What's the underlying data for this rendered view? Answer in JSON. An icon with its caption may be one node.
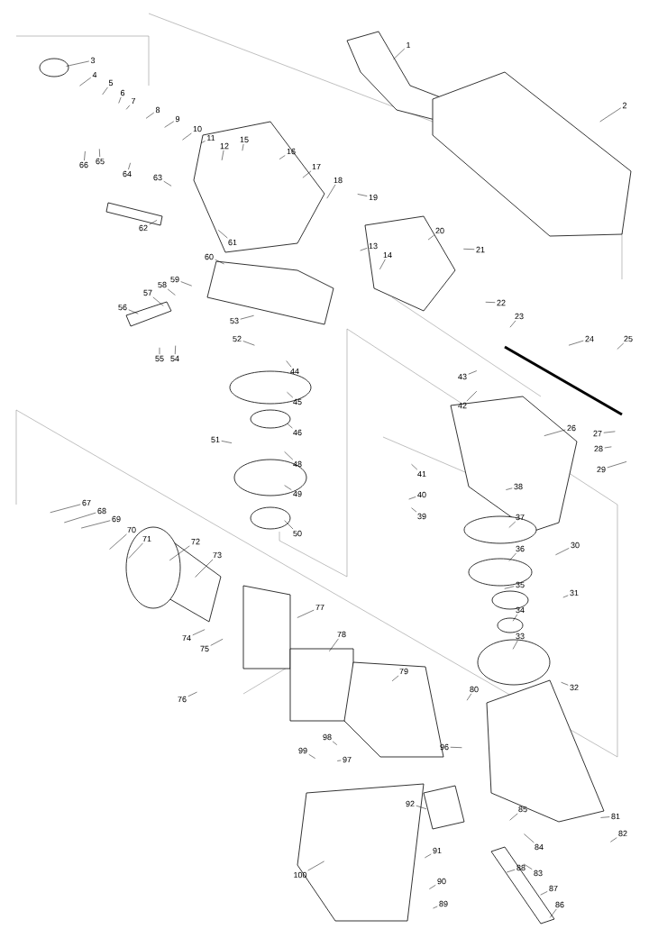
{
  "diagram": {
    "nodes": [
      {
        "text": [
          "1"
        ]
      },
      {
        "text": [
          "2"
        ]
      },
      {
        "text": [
          "3"
        ]
      },
      {
        "text": [
          "4"
        ]
      },
      {
        "text": [
          "5"
        ]
      },
      {
        "text": [
          "6"
        ]
      },
      {
        "text": [
          "7"
        ]
      },
      {
        "text": [
          "8"
        ]
      },
      {
        "text": [
          "9"
        ]
      },
      {
        "text": [
          "10"
        ]
      },
      {
        "text": [
          "11"
        ]
      },
      {
        "text": [
          "12"
        ]
      },
      {
        "text": [
          "13"
        ]
      },
      {
        "text": [
          "14"
        ]
      },
      {
        "text": [
          "15"
        ]
      },
      {
        "text": [
          "16"
        ]
      },
      {
        "text": [
          "17"
        ]
      },
      {
        "text": [
          "18"
        ]
      },
      {
        "text": [
          "19"
        ]
      },
      {
        "text": [
          "20"
        ]
      },
      {
        "text": [
          "21"
        ]
      },
      {
        "text": [
          "22"
        ]
      },
      {
        "text": [
          "23"
        ]
      },
      {
        "text": [
          "24"
        ]
      },
      {
        "text": [
          "25"
        ]
      },
      {
        "text": [
          "26"
        ]
      },
      {
        "text": [
          "27"
        ]
      },
      {
        "text": [
          "28"
        ]
      },
      {
        "text": [
          "29"
        ]
      },
      {
        "text": [
          "30"
        ]
      },
      {
        "text": [
          "31"
        ]
      },
      {
        "text": [
          "32"
        ]
      },
      {
        "text": [
          "33"
        ]
      },
      {
        "text": [
          "34"
        ]
      },
      {
        "text": [
          "35"
        ]
      },
      {
        "text": [
          "36"
        ]
      },
      {
        "text": [
          "37"
        ]
      },
      {
        "text": [
          "38"
        ]
      },
      {
        "text": [
          "39"
        ]
      },
      {
        "text": [
          "40"
        ]
      },
      {
        "text": [
          "41"
        ]
      },
      {
        "text": [
          "42"
        ]
      },
      {
        "text": [
          "43"
        ]
      },
      {
        "text": [
          "44"
        ]
      },
      {
        "text": [
          "45"
        ]
      },
      {
        "text": [
          "46"
        ]
      },
      {
        "text": [
          "48"
        ]
      },
      {
        "text": [
          "49"
        ]
      },
      {
        "text": [
          "50"
        ]
      },
      {
        "text": [
          "51"
        ]
      },
      {
        "text": [
          "52"
        ]
      },
      {
        "text": [
          "53"
        ]
      },
      {
        "text": [
          "54"
        ]
      },
      {
        "text": [
          "55"
        ]
      },
      {
        "text": [
          "56"
        ]
      },
      {
        "text": [
          "57"
        ]
      },
      {
        "text": [
          "58"
        ]
      },
      {
        "text": [
          "59"
        ]
      },
      {
        "text": [
          "60"
        ]
      },
      {
        "text": [
          "61"
        ]
      },
      {
        "text": [
          "62"
        ]
      },
      {
        "text": [
          "63"
        ]
      },
      {
        "text": [
          "64"
        ]
      },
      {
        "text": [
          "65"
        ]
      },
      {
        "text": [
          "66"
        ]
      },
      {
        "text": [
          "67"
        ]
      },
      {
        "text": [
          "68"
        ]
      },
      {
        "text": [
          "69"
        ]
      },
      {
        "text": [
          "70"
        ]
      },
      {
        "text": [
          "71"
        ]
      },
      {
        "text": [
          "72"
        ]
      },
      {
        "text": [
          "73"
        ]
      },
      {
        "text": [
          "74"
        ]
      },
      {
        "text": [
          "75"
        ]
      },
      {
        "text": [
          "76"
        ]
      },
      {
        "text": [
          "77"
        ]
      },
      {
        "text": [
          "78"
        ]
      },
      {
        "text": [
          "79"
        ]
      },
      {
        "text": [
          "80"
        ]
      },
      {
        "text": [
          "81"
        ]
      },
      {
        "text": [
          "82"
        ]
      },
      {
        "text": [
          "83"
        ]
      },
      {
        "text": [
          "84"
        ]
      },
      {
        "text": [
          "85"
        ]
      },
      {
        "text": [
          "86"
        ]
      },
      {
        "text": [
          "87"
        ]
      },
      {
        "text": [
          "88"
        ]
      },
      {
        "text": [
          "89"
        ]
      },
      {
        "text": [
          "90"
        ]
      },
      {
        "text": [
          "91"
        ]
      },
      {
        "text": [
          "92"
        ]
      },
      {
        "text": [
          "96"
        ]
      },
      {
        "text": [
          "97"
        ]
      },
      {
        "text": [
          "98"
        ]
      },
      {
        "text": [
          "99"
        ]
      },
      {
        "text": [
          "100"
        ]
      }
    ],
    "edges": [
      {
        "from": 0,
        "to": null,
        "arrow": "none"
      },
      {
        "from": 1,
        "to": null,
        "arrow": "none"
      },
      {
        "from": 2,
        "to": null,
        "arrow": "none"
      },
      {
        "from": 3,
        "to": null,
        "arrow": "none"
      },
      {
        "from": 4,
        "to": null,
        "arrow": "none"
      },
      {
        "from": 5,
        "to": null,
        "arrow": "none"
      },
      {
        "from": 6,
        "to": null,
        "arrow": "none"
      },
      {
        "from": 7,
        "to": null,
        "arrow": "none"
      },
      {
        "from": 8,
        "to": null,
        "arrow": "none"
      },
      {
        "from": 9,
        "to": null,
        "arrow": "none"
      },
      {
        "from": 10,
        "to": null,
        "arrow": "none"
      },
      {
        "from": 11,
        "to": null,
        "arrow": "none"
      },
      {
        "from": 12,
        "to": null,
        "arrow": "none"
      },
      {
        "from": 13,
        "to": null,
        "arrow": "none"
      },
      {
        "from": 14,
        "to": null,
        "arrow": "none"
      },
      {
        "from": 15,
        "to": null,
        "arrow": "none"
      },
      {
        "from": 16,
        "to": null,
        "arrow": "none"
      },
      {
        "from": 17,
        "to": null,
        "arrow": "none"
      },
      {
        "from": 18,
        "to": null,
        "arrow": "none"
      },
      {
        "from": 19,
        "to": null,
        "arrow": "none"
      },
      {
        "from": 20,
        "to": null,
        "arrow": "none"
      },
      {
        "from": 21,
        "to": null,
        "arrow": "none"
      },
      {
        "from": 22,
        "to": null,
        "arrow": "none"
      },
      {
        "from": 23,
        "to": null,
        "arrow": "none"
      },
      {
        "from": 24,
        "to": null,
        "arrow": "none"
      },
      {
        "from": 25,
        "to": null,
        "arrow": "none"
      },
      {
        "from": 26,
        "to": null,
        "arrow": "none"
      },
      {
        "from": 27,
        "to": null,
        "arrow": "none"
      },
      {
        "from": 28,
        "to": null,
        "arrow": "none"
      },
      {
        "from": 29,
        "to": null,
        "arrow": "none"
      },
      {
        "from": 30,
        "to": null,
        "arrow": "none"
      },
      {
        "from": 31,
        "to": null,
        "arrow": "none"
      },
      {
        "from": 32,
        "to": null,
        "arrow": "none"
      },
      {
        "from": 33,
        "to": null,
        "arrow": "none"
      },
      {
        "from": 34,
        "to": null,
        "arrow": "none"
      },
      {
        "from": 35,
        "to": null,
        "arrow": "none"
      },
      {
        "from": 36,
        "to": null,
        "arrow": "none"
      },
      {
        "from": 37,
        "to": null,
        "arrow": "none"
      },
      {
        "from": 38,
        "to": null,
        "arrow": "none"
      },
      {
        "from": 39,
        "to": null,
        "arrow": "none"
      },
      {
        "from": 40,
        "to": null,
        "arrow": "none"
      },
      {
        "from": 41,
        "to": null,
        "arrow": "none"
      },
      {
        "from": 42,
        "to": null,
        "arrow": "none"
      },
      {
        "from": 43,
        "to": null,
        "arrow": "none"
      },
      {
        "from": 44,
        "to": null,
        "arrow": "none"
      },
      {
        "from": 45,
        "to": null,
        "arrow": "none"
      },
      {
        "from": 46,
        "to": null,
        "arrow": "none"
      },
      {
        "from": 47,
        "to": null,
        "arrow": "none"
      },
      {
        "from": 48,
        "to": null,
        "arrow": "none"
      },
      {
        "from": 49,
        "to": null,
        "arrow": "none"
      },
      {
        "from": 50,
        "to": null,
        "arrow": "none"
      },
      {
        "from": 51,
        "to": null,
        "arrow": "none"
      },
      {
        "from": 52,
        "to": null,
        "arrow": "none"
      },
      {
        "from": 53,
        "to": null,
        "arrow": "none"
      },
      {
        "from": 54,
        "to": null,
        "arrow": "none"
      },
      {
        "from": 55,
        "to": null,
        "arrow": "none"
      },
      {
        "from": 56,
        "to": null,
        "arrow": "none"
      },
      {
        "from": 57,
        "to": null,
        "arrow": "none"
      },
      {
        "from": 58,
        "to": null,
        "arrow": "none"
      },
      {
        "from": 59,
        "to": null,
        "arrow": "none"
      },
      {
        "from": 60,
        "to": null,
        "arrow": "none"
      },
      {
        "from": 61,
        "to": null,
        "arrow": "none"
      },
      {
        "from": 62,
        "to": null,
        "arrow": "none"
      },
      {
        "from": 63,
        "to": null,
        "arrow": "none"
      },
      {
        "from": 64,
        "to": null,
        "arrow": "none"
      },
      {
        "from": 65,
        "to": null,
        "arrow": "none"
      },
      {
        "from": 66,
        "to": null,
        "arrow": "none"
      },
      {
        "from": 67,
        "to": null,
        "arrow": "none"
      },
      {
        "from": 68,
        "to": null,
        "arrow": "none"
      },
      {
        "from": 69,
        "to": null,
        "arrow": "none"
      },
      {
        "from": 70,
        "to": null,
        "arrow": "none"
      },
      {
        "from": 71,
        "to": null,
        "arrow": "none"
      },
      {
        "from": 72,
        "to": null,
        "arrow": "none"
      },
      {
        "from": 73,
        "to": null,
        "arrow": "none"
      },
      {
        "from": 74,
        "to": null,
        "arrow": "none"
      },
      {
        "from": 75,
        "to": null,
        "arrow": "none"
      },
      {
        "from": 76,
        "to": null,
        "arrow": "none"
      },
      {
        "from": 77,
        "to": null,
        "arrow": "none"
      },
      {
        "from": 78,
        "to": null,
        "arrow": "none"
      },
      {
        "from": 79,
        "to": null,
        "arrow": "none"
      },
      {
        "from": 80,
        "to": null,
        "arrow": "none"
      },
      {
        "from": 81,
        "to": null,
        "arrow": "none"
      },
      {
        "from": 82,
        "to": null,
        "arrow": "none"
      },
      {
        "from": 83,
        "to": null,
        "arrow": "none"
      },
      {
        "from": 84,
        "to": null,
        "arrow": "none"
      },
      {
        "from": 85,
        "to": null,
        "arrow": "none"
      },
      {
        "from": 86,
        "to": null,
        "arrow": "none"
      },
      {
        "from": 87,
        "to": null,
        "arrow": "none"
      },
      {
        "from": 88,
        "to": null,
        "arrow": "none"
      },
      {
        "from": 89,
        "to": null,
        "arrow": "none"
      },
      {
        "from": 90,
        "to": null,
        "arrow": "none"
      },
      {
        "from": 91,
        "to": null,
        "arrow": "none"
      },
      {
        "from": 92,
        "to": null,
        "arrow": "none"
      },
      {
        "from": 93,
        "to": null,
        "arrow": "none"
      },
      {
        "from": 94,
        "to": null,
        "arrow": "none"
      },
      {
        "from": 95,
        "to": null,
        "arrow": "none"
      }
    ]
  }
}
